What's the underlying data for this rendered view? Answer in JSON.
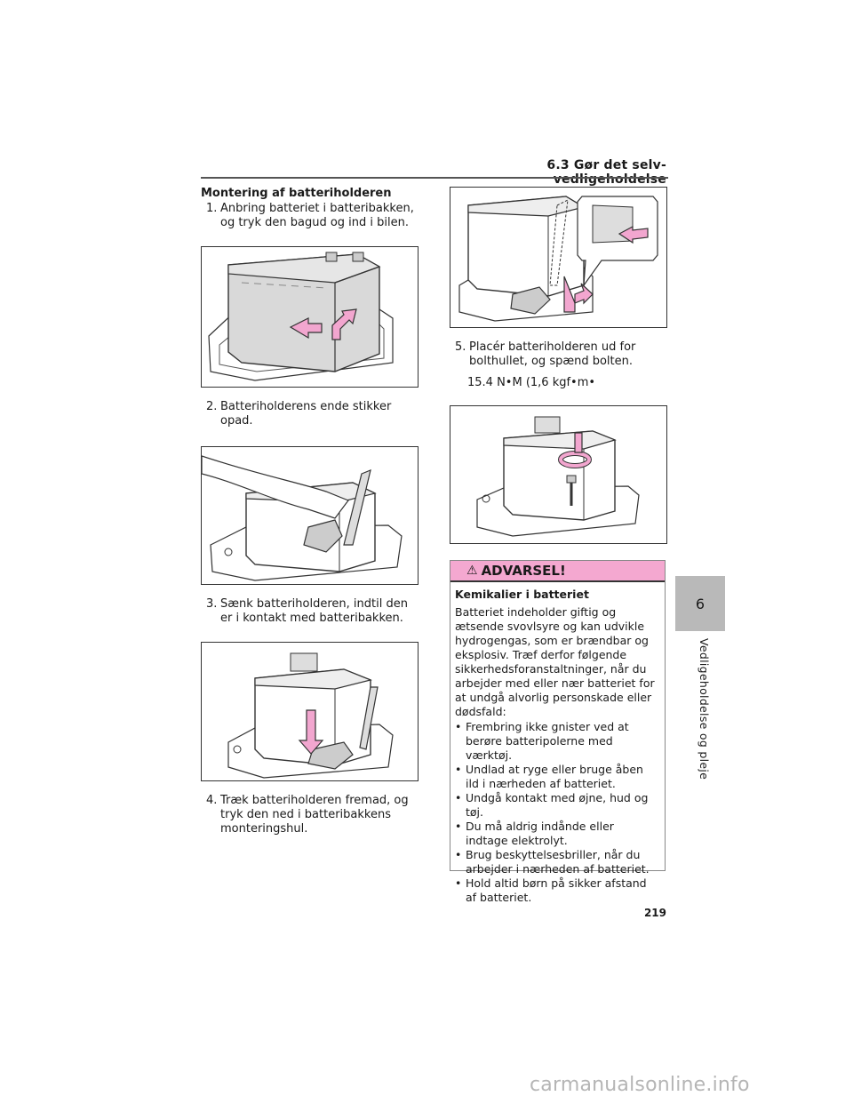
{
  "header": {
    "title": "6.3 Gør det selv-vedligeholdelse"
  },
  "left": {
    "heading": "Montering af batteriholderen",
    "steps": [
      {
        "num": "1.",
        "text": "Anbring batteriet i batteribakken, og tryk den bagud og ind i bilen."
      },
      {
        "num": "2.",
        "text": "Batteriholderens ende stikker opad."
      },
      {
        "num": "3.",
        "text": "Sænk batteriholderen, indtil den er i kontakt med batteribakken."
      },
      {
        "num": "4.",
        "text": "Træk batteriholderen fremad, og tryk den ned i batteribakkens monteringshul."
      }
    ]
  },
  "right": {
    "step5": {
      "num": "5.",
      "text": "Placér batteriholderen ud for bolthullet, og spænd bolten."
    },
    "torque": "15.4 N•M (1,6 kgf•m•"
  },
  "warning": {
    "title": "ADVARSEL!",
    "subtitle": "Kemikalier i batteriet",
    "intro": "Batteriet indeholder giftig og ætsende svovlsyre og kan udvikle hydrogengas, som er brændbar og eksplosiv. Træf derfor følgende sikkerhedsforanstaltninger, når du arbejder med eller nær batteriet for at undgå alvorlig personskade eller dødsfald:",
    "bullets": [
      "Frembring ikke gnister ved at berøre batteripolerne med værktøj.",
      "Undlad at ryge eller bruge åben ild i nærheden af batteriet.",
      "Undgå kontakt med øjne, hud og tøj.",
      "Du må aldrig indånde eller indtage elektrolyt.",
      "Brug beskyttelsesbriller, når du arbejder i nærheden af batteriet.",
      "Hold altid børn på sikker afstand af batteriet."
    ],
    "bullet_symbol": "•"
  },
  "side": {
    "chapter": "6",
    "label": "Vedligeholdelse og pleje"
  },
  "page_number": "219",
  "watermark": "carmanualsonline.info",
  "colors": {
    "warning_header": "#f4a8d0",
    "arrow_pink": "#f2a6cf",
    "side_tab": "#b9b9b9"
  }
}
